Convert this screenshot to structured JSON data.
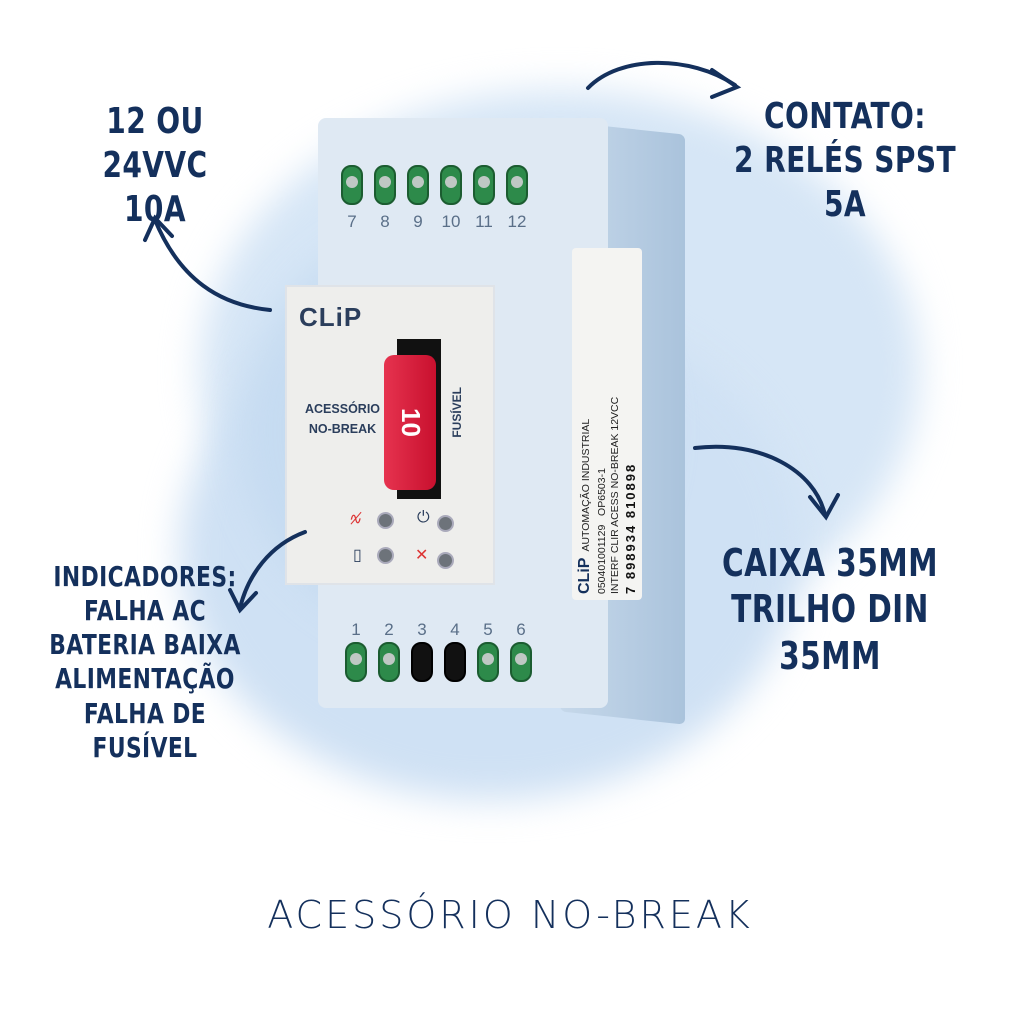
{
  "callouts": {
    "power": [
      "12 OU 24VVC",
      "10A"
    ],
    "contact": [
      "CONTATO:",
      "2 RELÉS SPST 5A"
    ],
    "indicators": [
      "INDICADORES:",
      "FALHA AC",
      "BATERIA BAIXA",
      "ALIMENTAÇÃO",
      "FALHA DE FUSÍVEL"
    ],
    "case": [
      "CAIXA 35MM",
      "TRILHO DIN 35MM"
    ]
  },
  "title": "ACESSÓRIO NO-BREAK",
  "device": {
    "brand": "CLiP",
    "face_text": [
      "ACESSÓRIO",
      "NO-BREAK"
    ],
    "fuse_label": "FUSÍVEL",
    "fuse_rating": "10",
    "top_terminals": [
      "7",
      "8",
      "9",
      "10",
      "11",
      "12"
    ],
    "bottom_terminals": [
      "1",
      "2",
      "3",
      "4",
      "5",
      "6"
    ],
    "side_label": {
      "brand": "CLiP",
      "company": "AUTOMAÇÃO INDUSTRIAL",
      "code": "050401001129",
      "model": "OP6503-1",
      "description": "INTERF CLIR ACESS NO-BREAK 12VCC",
      "barcode": "7 898934 810898"
    }
  },
  "colors": {
    "text": "#14305c",
    "fuse": "#d81f3c",
    "terminal": "#2d8a4a"
  }
}
